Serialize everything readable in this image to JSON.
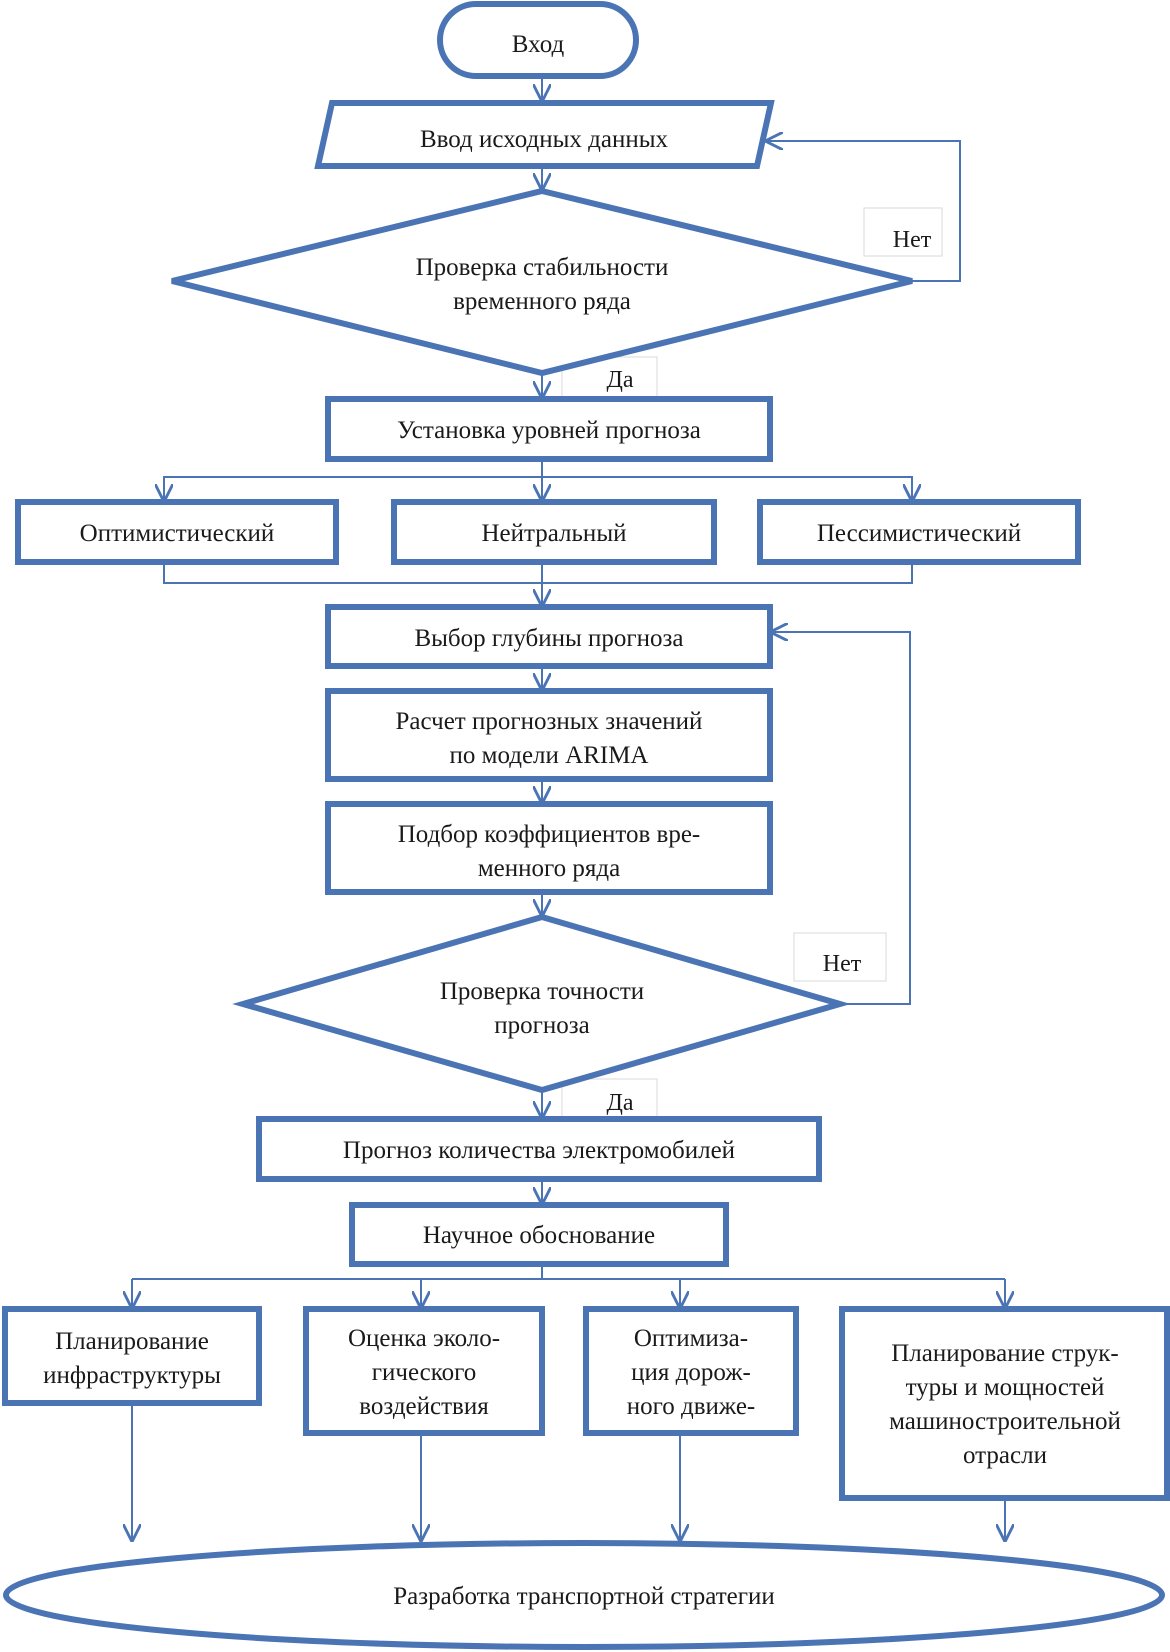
{
  "flowchart": {
    "start": "Вход",
    "input": "Ввод исходных данных",
    "check_stability": [
      "Проверка стабильности",
      "временного ряда"
    ],
    "set_levels": "Установка уровней прогноза",
    "levels": [
      "Оптимистический",
      "Нейтральный",
      "Пессимистический"
    ],
    "choose_depth": "Выбор глубины прогноза",
    "calc": [
      "Расчет прогнозных значений",
      "по модели ARIMA"
    ],
    "coeff": [
      "Подбор коэффициентов вре-",
      "менного ряда"
    ],
    "check_accuracy": [
      "Проверка точности",
      "прогноза"
    ],
    "forecast": "Прогноз количества электромобилей",
    "justification": "Научное обоснование",
    "outputs": [
      [
        "Планирование",
        "инфраструктуры"
      ],
      [
        "Оценка эколо-",
        "гического",
        "воздействия"
      ],
      [
        "Оптимиза-",
        "ция дорож-",
        "ного движе-"
      ],
      [
        "Планирование струк-",
        "туры и мощностей",
        "машиностроительной",
        "отрасли"
      ]
    ],
    "end": "Разработка транспортной стратегии",
    "yes": "Да",
    "no": "Нет"
  },
  "colors": {
    "stroke": "#4a74b4",
    "text": "#1a1a1a"
  }
}
